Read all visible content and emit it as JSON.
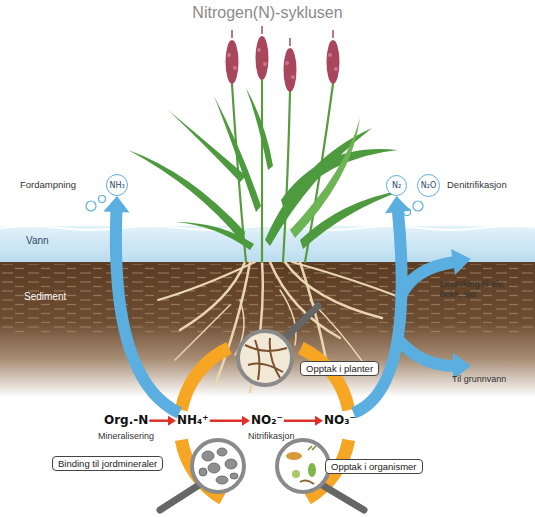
{
  "diagram": {
    "title": "Nitrogen(N)-syklusen",
    "nodes": [
      {
        "text": [
          "NH₃"
        ]
      },
      {
        "text": [
          "N₂"
        ]
      },
      {
        "text": [
          "N₂O"
        ]
      },
      {
        "text": [
          "Opptak i planter"
        ]
      },
      {
        "text": [
          "Org.-N"
        ]
      },
      {
        "text": [
          "NH₄⁺"
        ]
      },
      {
        "text": [
          "NO₂⁻"
        ]
      },
      {
        "text": [
          "NO₃⁻"
        ]
      },
      {
        "text": [
          "Binding til jordmineraler"
        ]
      },
      {
        "text": [
          "Opptak i organismer"
        ]
      }
    ],
    "edges": [
      {
        "from": 4,
        "to": 5,
        "arrow": "to"
      },
      {
        "from": 5,
        "to": 6,
        "arrow": "to"
      },
      {
        "from": 6,
        "to": 7,
        "arrow": "to"
      },
      {
        "from": 5,
        "to": 0,
        "arrow": "to"
      },
      {
        "from": 7,
        "to": 1,
        "arrow": "to"
      }
    ],
    "labels": [
      "Fordampning",
      "Denitrifikasjon",
      "Vann",
      "Utvasking til elv, bekk, sjø",
      "Sediment",
      "Til grunnvann",
      "Mineralisering",
      "Nitrifikasjon"
    ]
  }
}
